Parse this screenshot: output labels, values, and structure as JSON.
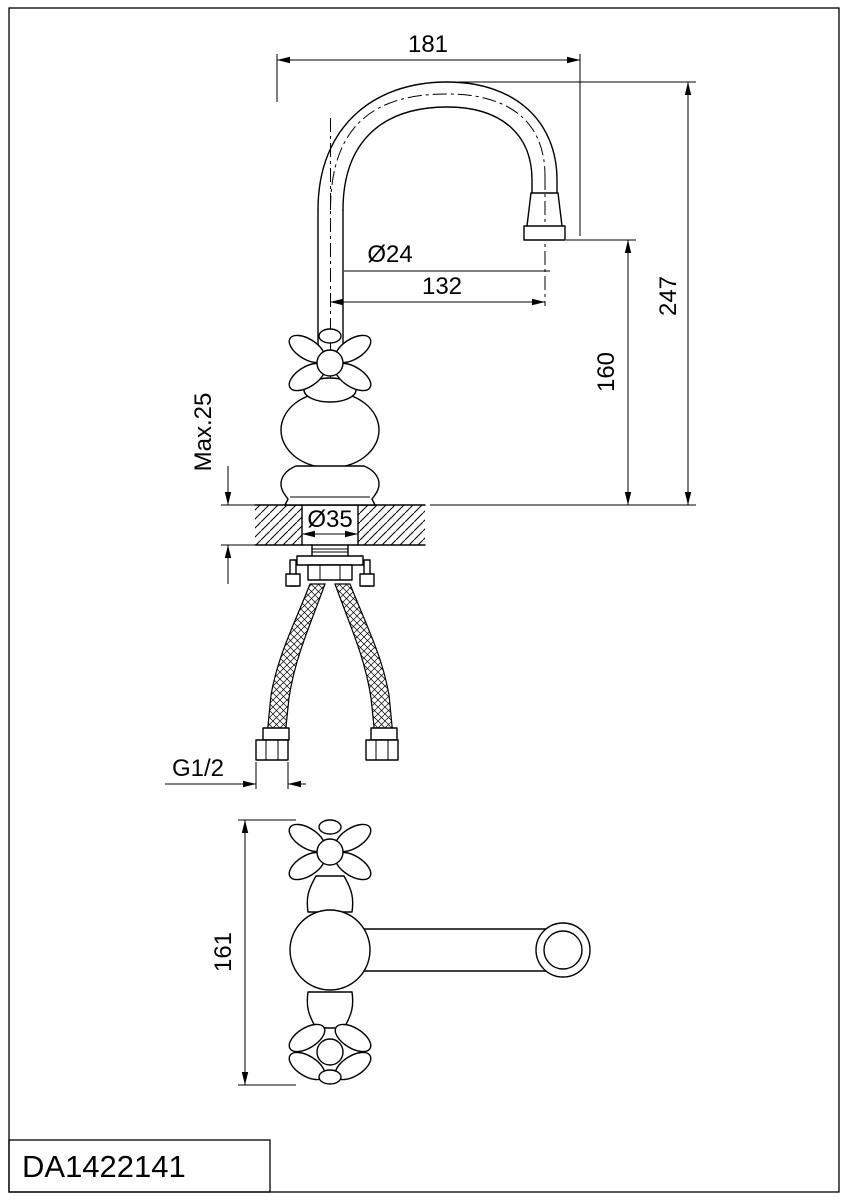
{
  "title_block": {
    "model": "DA1422141"
  },
  "side_view": {
    "dims": {
      "width": "181",
      "spout_diameter": "Ø24",
      "spout_reach": "132",
      "height_total": "247",
      "height_spout": "160",
      "deck_max": "Max.25",
      "hole_diameter": "Ø35",
      "thread": "G1/2"
    }
  },
  "plan_view": {
    "dims": {
      "depth": "161"
    }
  },
  "colors": {
    "line": "#000000",
    "background": "#ffffff"
  }
}
